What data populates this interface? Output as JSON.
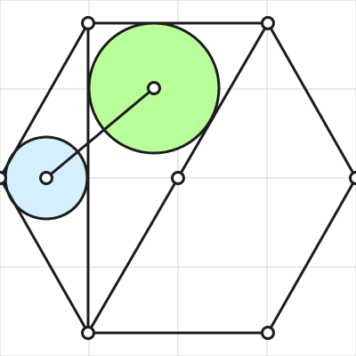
{
  "diagram": {
    "colors": {
      "background": "#ffffff",
      "grid": "#d4d4d4",
      "stroke": "#1c1c1c",
      "vertex_fill": "#ffffff",
      "circle_large_fill": "#b9ff99",
      "circle_small_fill": "#d4f0ff"
    },
    "grid": {
      "visible": true
    },
    "elements": {
      "hexagon": "hexagon-outline",
      "vertical_segment": "vertical-segment",
      "diagonal_segment": "diagonal-segment",
      "connector": "center-connector",
      "circle_large": "large-green-circle",
      "circle_small": "small-blue-circle"
    }
  }
}
